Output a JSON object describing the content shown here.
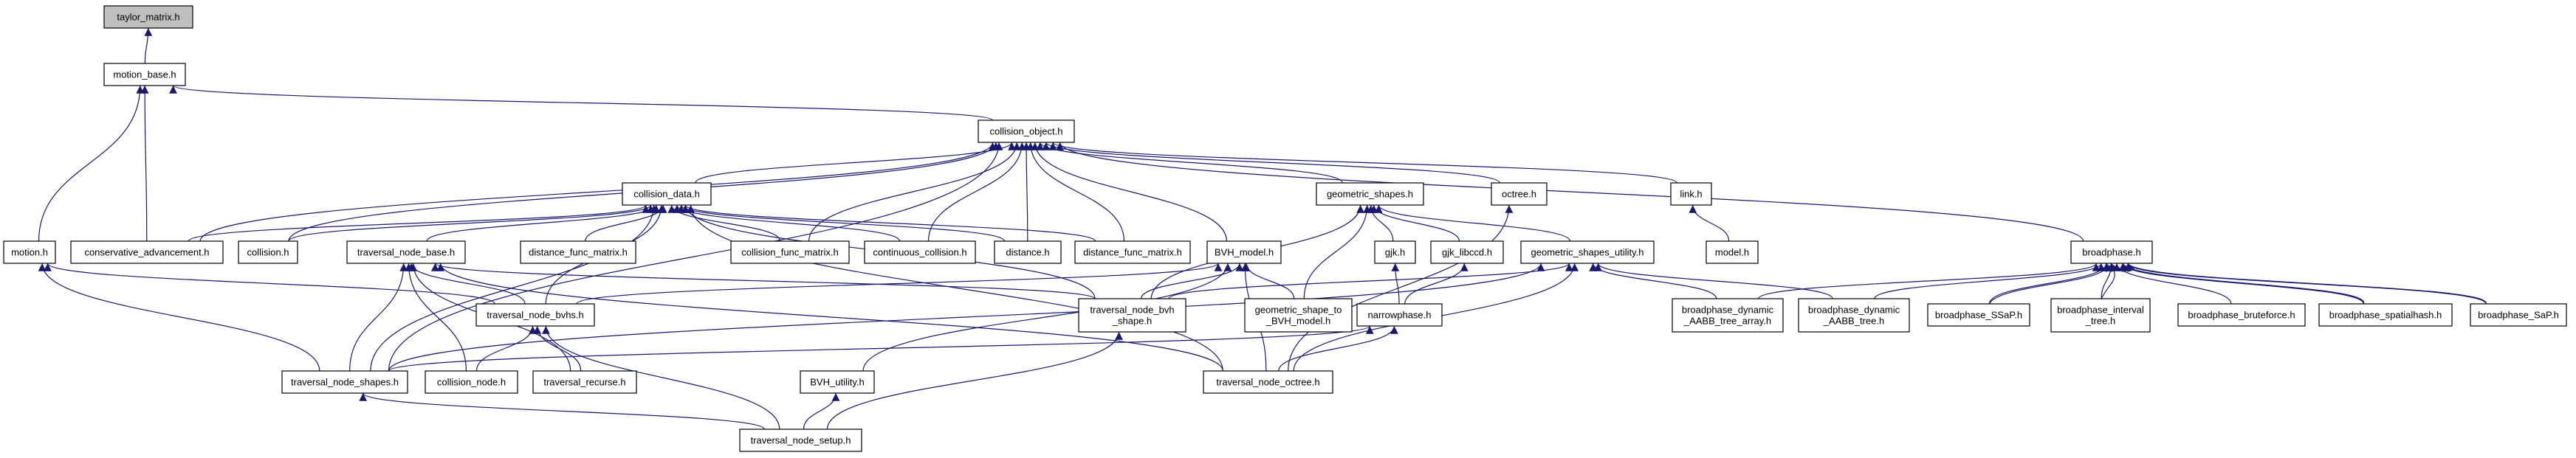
{
  "colors": {
    "edge": "#191970",
    "node_border": "#000000",
    "root_fill": "#bfbfbf",
    "node_fill": "#ffffff"
  },
  "nodes": [
    {
      "id": "taylor_matrix",
      "lines": [
        "taylor_matrix.h"
      ],
      "root": true
    },
    {
      "id": "motion_base",
      "lines": [
        "motion_base.h"
      ]
    },
    {
      "id": "collision_object",
      "lines": [
        "collision_object.h"
      ]
    },
    {
      "id": "motion",
      "lines": [
        "motion.h"
      ]
    },
    {
      "id": "conservative_advancement",
      "lines": [
        "conservative_advancement.h"
      ]
    },
    {
      "id": "collision",
      "lines": [
        "collision.h"
      ]
    },
    {
      "id": "collision_data",
      "lines": [
        "collision_data.h"
      ]
    },
    {
      "id": "traversal_node_base",
      "lines": [
        "traversal_node_base.h"
      ]
    },
    {
      "id": "distance_func_matrix",
      "lines": [
        "distance_func_matrix.h"
      ]
    },
    {
      "id": "collision_func_matrix",
      "lines": [
        "collision_func_matrix.h"
      ]
    },
    {
      "id": "continuous_collision",
      "lines": [
        "continuous_collision.h"
      ]
    },
    {
      "id": "distance",
      "lines": [
        "distance.h"
      ]
    },
    {
      "id": "distance_func_matrix2",
      "lines": [
        "distance_func_matrix.h"
      ]
    },
    {
      "id": "BVH_model",
      "lines": [
        "BVH_model.h"
      ]
    },
    {
      "id": "geometric_shapes",
      "lines": [
        "geometric_shapes.h"
      ]
    },
    {
      "id": "octree",
      "lines": [
        "octree.h"
      ]
    },
    {
      "id": "link",
      "lines": [
        "link.h"
      ]
    },
    {
      "id": "model",
      "lines": [
        "model.h"
      ]
    },
    {
      "id": "gjk",
      "lines": [
        "gjk.h"
      ]
    },
    {
      "id": "gjk_libccd",
      "lines": [
        "gjk_libccd.h"
      ]
    },
    {
      "id": "geometric_shapes_utility",
      "lines": [
        "geometric_shapes_utility.h"
      ]
    },
    {
      "id": "broadphase",
      "lines": [
        "broadphase.h"
      ]
    },
    {
      "id": "traversal_node_bvhs",
      "lines": [
        "traversal_node_bvhs.h"
      ]
    },
    {
      "id": "traversal_node_bvh_shape",
      "lines": [
        "traversal_node_bvh",
        "_shape.h"
      ]
    },
    {
      "id": "geometric_shape_to_BVH_model",
      "lines": [
        "geometric_shape_to",
        "_BVH_model.h"
      ]
    },
    {
      "id": "narrowphase",
      "lines": [
        "narrowphase.h"
      ]
    },
    {
      "id": "broadphase_dynamic_AABB_tree_array",
      "lines": [
        "broadphase_dynamic",
        "_AABB_tree_array.h"
      ]
    },
    {
      "id": "broadphase_dynamic_AABB_tree",
      "lines": [
        "broadphase_dynamic",
        "_AABB_tree.h"
      ]
    },
    {
      "id": "broadphase_SSaP",
      "lines": [
        "broadphase_SSaP.h"
      ]
    },
    {
      "id": "broadphase_interval_tree",
      "lines": [
        "broadphase_interval",
        "_tree.h"
      ]
    },
    {
      "id": "broadphase_bruteforce",
      "lines": [
        "broadphase_bruteforce.h"
      ]
    },
    {
      "id": "broadphase_spatialhash",
      "lines": [
        "broadphase_spatialhash.h"
      ]
    },
    {
      "id": "broadphase_SaP",
      "lines": [
        "broadphase_SaP.h"
      ]
    },
    {
      "id": "traversal_node_shapes",
      "lines": [
        "traversal_node_shapes.h"
      ]
    },
    {
      "id": "collision_node",
      "lines": [
        "collision_node.h"
      ]
    },
    {
      "id": "traversal_recurse",
      "lines": [
        "traversal_recurse.h"
      ]
    },
    {
      "id": "BVH_utility",
      "lines": [
        "BVH_utility.h"
      ]
    },
    {
      "id": "traversal_node_octree",
      "lines": [
        "traversal_node_octree.h"
      ]
    },
    {
      "id": "traversal_node_setup",
      "lines": [
        "traversal_node_setup.h"
      ]
    }
  ],
  "edges": [
    [
      "motion_base",
      "taylor_matrix"
    ],
    [
      "collision_object",
      "motion_base"
    ],
    [
      "motion",
      "motion_base"
    ],
    [
      "conservative_advancement",
      "motion_base"
    ],
    [
      "conservative_advancement",
      "collision_object"
    ],
    [
      "collision",
      "collision_object"
    ],
    [
      "collision_data",
      "collision_object"
    ],
    [
      "collision_func_matrix",
      "collision_object"
    ],
    [
      "continuous_collision",
      "collision_object"
    ],
    [
      "distance",
      "collision_object"
    ],
    [
      "distance_func_matrix2",
      "collision_object"
    ],
    [
      "BVH_model",
      "collision_object"
    ],
    [
      "geometric_shapes",
      "collision_object"
    ],
    [
      "octree",
      "collision_object"
    ],
    [
      "link",
      "collision_object"
    ],
    [
      "broadphase",
      "collision_object"
    ],
    [
      "traversal_node_shapes",
      "collision_object"
    ],
    [
      "conservative_advancement",
      "collision_data"
    ],
    [
      "collision",
      "collision_data"
    ],
    [
      "traversal_node_base",
      "collision_data"
    ],
    [
      "distance_func_matrix",
      "collision_data"
    ],
    [
      "collision_func_matrix",
      "collision_data"
    ],
    [
      "continuous_collision",
      "collision_data"
    ],
    [
      "distance",
      "collision_data"
    ],
    [
      "distance_func_matrix2",
      "collision_data"
    ],
    [
      "traversal_node_bvhs",
      "collision_data"
    ],
    [
      "traversal_node_bvh_shape",
      "collision_data"
    ],
    [
      "traversal_node_shapes",
      "collision_data"
    ],
    [
      "traversal_node_octree",
      "collision_data"
    ],
    [
      "traversal_node_bvhs",
      "traversal_node_base"
    ],
    [
      "traversal_node_bvh_shape",
      "traversal_node_base"
    ],
    [
      "traversal_node_shapes",
      "traversal_node_base"
    ],
    [
      "collision_node",
      "traversal_node_base"
    ],
    [
      "traversal_recurse",
      "traversal_node_base"
    ],
    [
      "traversal_node_octree",
      "traversal_node_base"
    ],
    [
      "traversal_node_bvhs",
      "motion"
    ],
    [
      "traversal_node_shapes",
      "motion"
    ],
    [
      "collision_node",
      "traversal_node_bvhs"
    ],
    [
      "traversal_recurse",
      "traversal_node_bvhs"
    ],
    [
      "traversal_node_setup",
      "traversal_node_bvhs"
    ],
    [
      "traversal_node_bvhs",
      "BVH_model"
    ],
    [
      "traversal_node_bvh_shape",
      "BVH_model"
    ],
    [
      "geometric_shape_to_BVH_model",
      "BVH_model"
    ],
    [
      "BVH_utility",
      "BVH_model"
    ],
    [
      "traversal_node_octree",
      "BVH_model"
    ],
    [
      "traversal_node_bvh_shape",
      "geometric_shapes"
    ],
    [
      "geometric_shape_to_BVH_model",
      "geometric_shapes"
    ],
    [
      "gjk",
      "geometric_shapes"
    ],
    [
      "gjk_libccd",
      "geometric_shapes"
    ],
    [
      "geometric_shapes_utility",
      "geometric_shapes"
    ],
    [
      "narrowphase",
      "gjk"
    ],
    [
      "narrowphase",
      "gjk_libccd"
    ],
    [
      "traversal_node_bvh_shape",
      "geometric_shapes_utility"
    ],
    [
      "traversal_node_shapes",
      "geometric_shapes_utility"
    ],
    [
      "traversal_node_octree",
      "geometric_shapes_utility"
    ],
    [
      "broadphase_dynamic_AABB_tree_array",
      "geometric_shapes_utility"
    ],
    [
      "broadphase_dynamic_AABB_tree",
      "geometric_shapes_utility"
    ],
    [
      "traversal_node_shapes",
      "narrowphase"
    ],
    [
      "traversal_node_octree",
      "narrowphase"
    ],
    [
      "traversal_node_octree",
      "octree"
    ],
    [
      "model",
      "link"
    ],
    [
      "broadphase_dynamic_AABB_tree_array",
      "broadphase"
    ],
    [
      "broadphase_dynamic_AABB_tree",
      "broadphase"
    ],
    [
      "broadphase_SSaP",
      "broadphase"
    ],
    [
      "broadphase_SSaP",
      "broadphase"
    ],
    [
      "broadphase_interval_tree",
      "broadphase"
    ],
    [
      "broadphase_interval_tree",
      "broadphase"
    ],
    [
      "broadphase_bruteforce",
      "broadphase"
    ],
    [
      "broadphase_spatialhash",
      "broadphase"
    ],
    [
      "broadphase_spatialhash",
      "broadphase"
    ],
    [
      "broadphase_SaP",
      "broadphase"
    ],
    [
      "broadphase_SaP",
      "broadphase"
    ],
    [
      "traversal_node_setup",
      "traversal_node_bvh_shape"
    ],
    [
      "traversal_node_setup",
      "BVH_utility"
    ],
    [
      "traversal_node_setup",
      "traversal_node_shapes"
    ]
  ]
}
